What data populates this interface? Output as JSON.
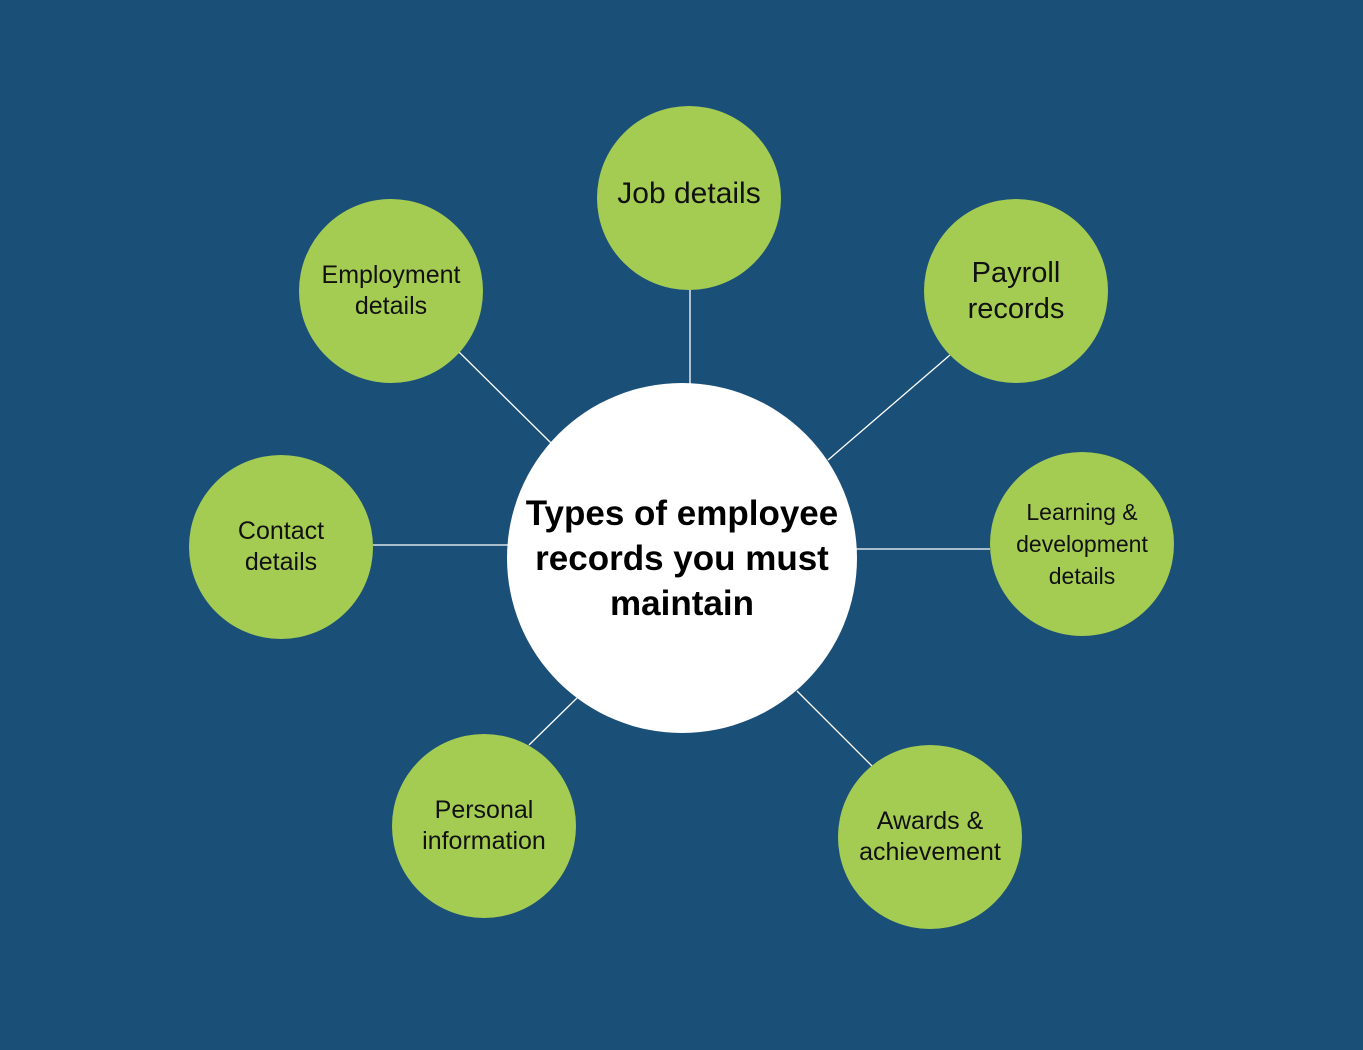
{
  "title": "Types of employee records you must maintain",
  "colors": {
    "background": "#1a4f78",
    "node": "#a5cc52",
    "center": "#ffffff",
    "connector": "#ffffff"
  },
  "nodes": [
    {
      "id": "job",
      "label": "Job details"
    },
    {
      "id": "payroll",
      "label": "Payroll records"
    },
    {
      "id": "learning",
      "label": "Learning & development details"
    },
    {
      "id": "awards",
      "label": "Awards & achievement"
    },
    {
      "id": "personal",
      "label": "Personal information"
    },
    {
      "id": "contact",
      "label": "Contact details"
    },
    {
      "id": "employment",
      "label": "Employment details"
    }
  ]
}
